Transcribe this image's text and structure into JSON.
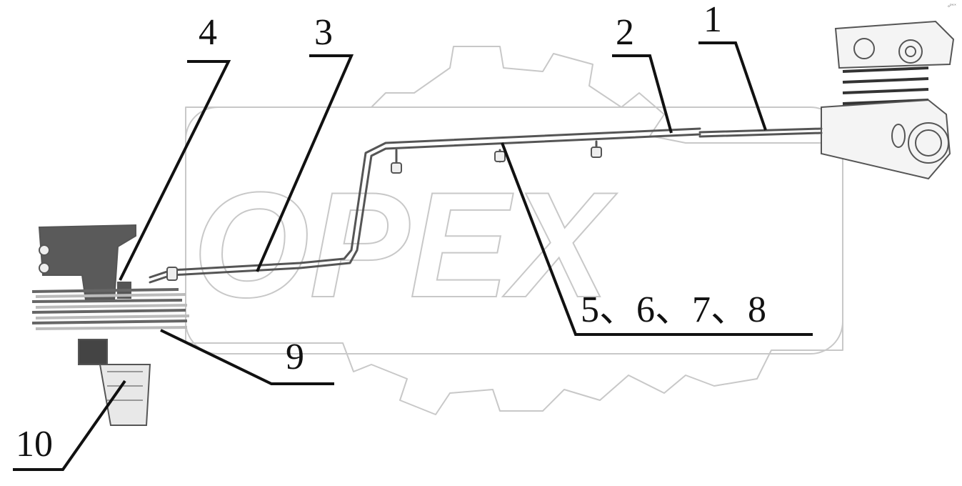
{
  "diagram": {
    "watermark_text": "OPEX",
    "corner_mark": "ₒᵖᵉˣ",
    "callouts": [
      {
        "id": "c1",
        "label": "1"
      },
      {
        "id": "c2",
        "label": "2"
      },
      {
        "id": "c3",
        "label": "3"
      },
      {
        "id": "c4",
        "label": "4"
      },
      {
        "id": "c5678",
        "label": "5、6、7、8"
      },
      {
        "id": "c9",
        "label": "9"
      },
      {
        "id": "c10",
        "label": "10"
      }
    ],
    "colors": {
      "line": "#111111",
      "part_fill": "#f4f4f4",
      "part_stroke": "#555555",
      "bracket": "#555555",
      "watermark": "#c8c8c8"
    }
  }
}
